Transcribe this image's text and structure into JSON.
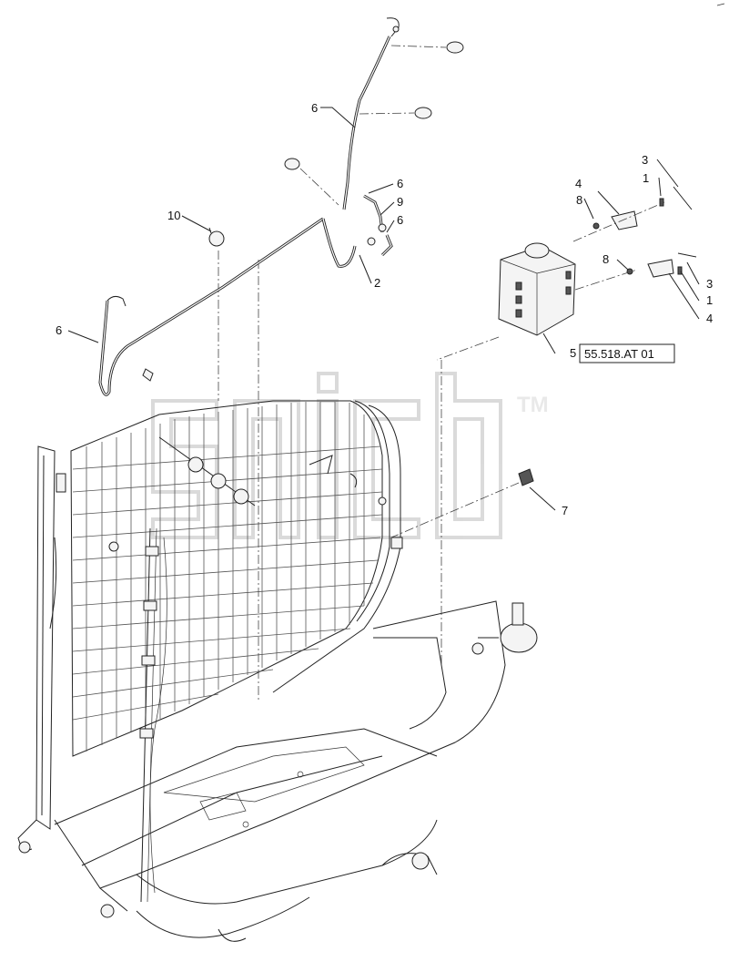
{
  "diagram": {
    "watermark": {
      "tm": "TM"
    },
    "callouts": [
      {
        "id": "c-6a",
        "label": "6"
      },
      {
        "id": "c-6b",
        "label": "6"
      },
      {
        "id": "c-9",
        "label": "9"
      },
      {
        "id": "c-6c",
        "label": "6"
      },
      {
        "id": "c-10",
        "label": "10"
      },
      {
        "id": "c-2",
        "label": "2"
      },
      {
        "id": "c-6d",
        "label": "6"
      },
      {
        "id": "c-3a",
        "label": "3"
      },
      {
        "id": "c-1a",
        "label": "1"
      },
      {
        "id": "c-4a",
        "label": "4"
      },
      {
        "id": "c-8a",
        "label": "8"
      },
      {
        "id": "c-8b",
        "label": "8"
      },
      {
        "id": "c-3b",
        "label": "3"
      },
      {
        "id": "c-1b",
        "label": "1"
      },
      {
        "id": "c-4b",
        "label": "4"
      },
      {
        "id": "c-5",
        "label": "5"
      },
      {
        "id": "c-7",
        "label": "7"
      }
    ],
    "reference_box": {
      "text": "55.518.AT 01"
    }
  }
}
